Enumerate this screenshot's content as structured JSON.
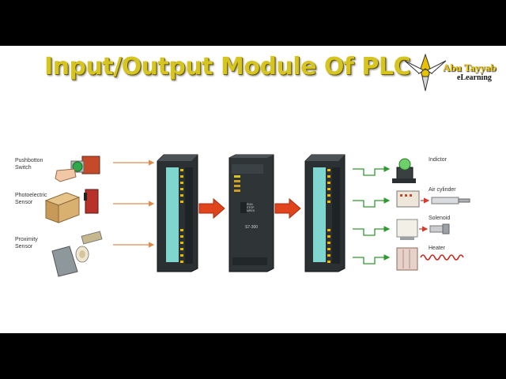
{
  "title": "Input/Output Module Of PLC",
  "logo": {
    "line1": "Abu Tayyab",
    "line2": "eLearning",
    "icon": "winged-emblem-icon"
  },
  "inputs": [
    {
      "label_line1": "Pushbotton",
      "label_line2": "Switch",
      "icon": "pushbutton-switch-icon"
    },
    {
      "label_line1": "Photoelectric",
      "label_line2": "Sensor",
      "icon": "photoelectric-sensor-icon"
    },
    {
      "label_line1": "Proximity",
      "label_line2": "Sensor",
      "icon": "proximity-sensor-icon"
    }
  ],
  "cpu": {
    "model": "S7-300",
    "mode_labels": [
      "RUN",
      "STOP",
      "MRES"
    ]
  },
  "outputs": [
    {
      "label": "Indictor",
      "icon": "indicator-lamp-icon"
    },
    {
      "label": "Air cylinder",
      "icon": "air-cylinder-icon"
    },
    {
      "label": "Solenoid",
      "icon": "solenoid-icon"
    },
    {
      "label": "Heater",
      "icon": "heater-coil-icon"
    }
  ],
  "colors": {
    "title": "#d6c420",
    "signal_arrow": "#e08a4a",
    "flow_arrow": "#e0441a",
    "module_body": "#2b3133",
    "module_terminals": "#7fd6cf",
    "output_line": "#2e9a2e"
  }
}
